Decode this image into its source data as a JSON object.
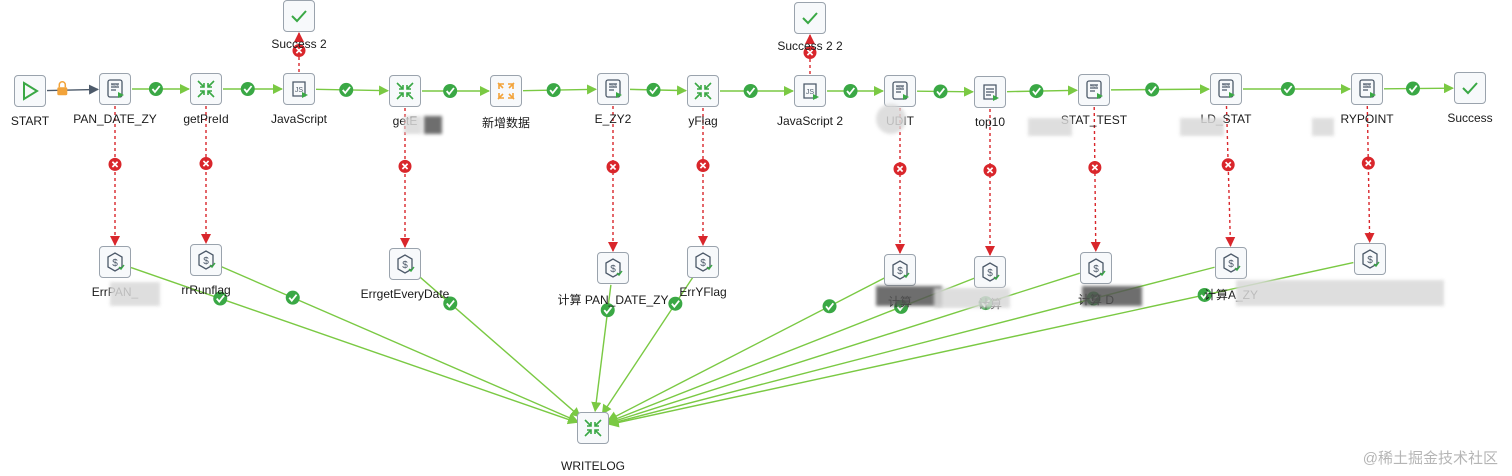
{
  "nodes": [
    {
      "id": "start",
      "label": "START",
      "kind": "start"
    },
    {
      "id": "pan_date_zy",
      "label": "PAN_DATE_ZY",
      "kind": "sql"
    },
    {
      "id": "getpreid",
      "label": "getPreId",
      "kind": "merge"
    },
    {
      "id": "javascript",
      "label": "JavaScript",
      "kind": "js"
    },
    {
      "id": "success2",
      "label": "Success 2",
      "kind": "success"
    },
    {
      "id": "get_every",
      "label": "getE",
      "kind": "merge"
    },
    {
      "id": "xinzeng",
      "label": "新增数据",
      "kind": "add"
    },
    {
      "id": "e_zy2",
      "label": "E_ZY2",
      "kind": "sql"
    },
    {
      "id": "yflag",
      "label": "yFlag",
      "kind": "merge"
    },
    {
      "id": "javascript2",
      "label": "JavaScript 2",
      "kind": "js"
    },
    {
      "id": "success22",
      "label": "Success 2 2",
      "kind": "success"
    },
    {
      "id": "udit",
      "label": "UDIT",
      "kind": "sql"
    },
    {
      "id": "top10",
      "label": "top10",
      "kind": "script"
    },
    {
      "id": "stat_test",
      "label": "STAT_TEST",
      "kind": "sql"
    },
    {
      "id": "ld_stat",
      "label": "LD_STAT",
      "kind": "sql"
    },
    {
      "id": "rypoint",
      "label": "RYPOINT",
      "kind": "sql"
    },
    {
      "id": "success",
      "label": "Success",
      "kind": "success"
    },
    {
      "id": "errpan",
      "label": "ErrPAN_",
      "kind": "log"
    },
    {
      "id": "errrunflag",
      "label": "rrRunflag",
      "kind": "log"
    },
    {
      "id": "errgeteverydate",
      "label": "ErrgetEveryDate",
      "kind": "log"
    },
    {
      "id": "jisuan_pan",
      "label": "计算 PAN_DATE_ZY",
      "kind": "log"
    },
    {
      "id": "erryflag",
      "label": "ErrYFlag",
      "kind": "log"
    },
    {
      "id": "jisuan_1",
      "label": "计算",
      "kind": "log"
    },
    {
      "id": "jisuan_2",
      "label": "计算",
      "kind": "log"
    },
    {
      "id": "jisuan_d",
      "label": "计算 D",
      "kind": "log"
    },
    {
      "id": "jisuan_azy",
      "label": "计算A_ZY",
      "kind": "log"
    },
    {
      "id": "err_last",
      "label": "",
      "kind": "log"
    },
    {
      "id": "writelog",
      "label": "WRITELOG",
      "kind": "merge"
    }
  ],
  "edges": [
    {
      "from": "start",
      "to": "pan_date_zy",
      "type": "unconditional"
    },
    {
      "from": "pan_date_zy",
      "to": "getpreid",
      "type": "success"
    },
    {
      "from": "getpreid",
      "to": "javascript",
      "type": "success"
    },
    {
      "from": "javascript",
      "to": "success2",
      "type": "failure"
    },
    {
      "from": "javascript",
      "to": "get_every",
      "type": "success"
    },
    {
      "from": "get_every",
      "to": "xinzeng",
      "type": "success"
    },
    {
      "from": "xinzeng",
      "to": "e_zy2",
      "type": "success"
    },
    {
      "from": "e_zy2",
      "to": "yflag",
      "type": "success"
    },
    {
      "from": "yflag",
      "to": "javascript2",
      "type": "success"
    },
    {
      "from": "javascript2",
      "to": "success22",
      "type": "failure"
    },
    {
      "from": "javascript2",
      "to": "udit",
      "type": "success"
    },
    {
      "from": "udit",
      "to": "top10",
      "type": "success"
    },
    {
      "from": "top10",
      "to": "stat_test",
      "type": "success"
    },
    {
      "from": "stat_test",
      "to": "ld_stat",
      "type": "success"
    },
    {
      "from": "ld_stat",
      "to": "rypoint",
      "type": "success"
    },
    {
      "from": "rypoint",
      "to": "success",
      "type": "success"
    },
    {
      "from": "pan_date_zy",
      "to": "errpan",
      "type": "failure"
    },
    {
      "from": "getpreid",
      "to": "errrunflag",
      "type": "failure"
    },
    {
      "from": "get_every",
      "to": "errgeteverydate",
      "type": "failure"
    },
    {
      "from": "e_zy2",
      "to": "jisuan_pan",
      "type": "failure"
    },
    {
      "from": "yflag",
      "to": "erryflag",
      "type": "failure"
    },
    {
      "from": "udit",
      "to": "jisuan_1",
      "type": "failure"
    },
    {
      "from": "top10",
      "to": "jisuan_2",
      "type": "failure"
    },
    {
      "from": "stat_test",
      "to": "jisuan_d",
      "type": "failure"
    },
    {
      "from": "ld_stat",
      "to": "jisuan_azy",
      "type": "failure"
    },
    {
      "from": "rypoint",
      "to": "err_last",
      "type": "failure"
    },
    {
      "from": "errpan",
      "to": "writelog",
      "type": "success"
    },
    {
      "from": "errrunflag",
      "to": "writelog",
      "type": "success"
    },
    {
      "from": "errgeteverydate",
      "to": "writelog",
      "type": "success"
    },
    {
      "from": "jisuan_pan",
      "to": "writelog",
      "type": "success"
    },
    {
      "from": "erryflag",
      "to": "writelog",
      "type": "success"
    },
    {
      "from": "jisuan_1",
      "to": "writelog",
      "type": "success"
    },
    {
      "from": "jisuan_2",
      "to": "writelog",
      "type": "success"
    },
    {
      "from": "jisuan_d",
      "to": "writelog",
      "type": "success"
    },
    {
      "from": "jisuan_azy",
      "to": "writelog",
      "type": "success"
    },
    {
      "from": "err_last",
      "to": "writelog",
      "type": "success"
    }
  ],
  "colors": {
    "success_hop": "#7ac943",
    "failure_hop": "#d9262b",
    "unconditional_hop": "#4d5a6a",
    "node_border": "#9aa3ad",
    "icon_green": "#3aa845",
    "icon_orange": "#f2a33a"
  },
  "watermark": "@稀土掘金技术社区"
}
